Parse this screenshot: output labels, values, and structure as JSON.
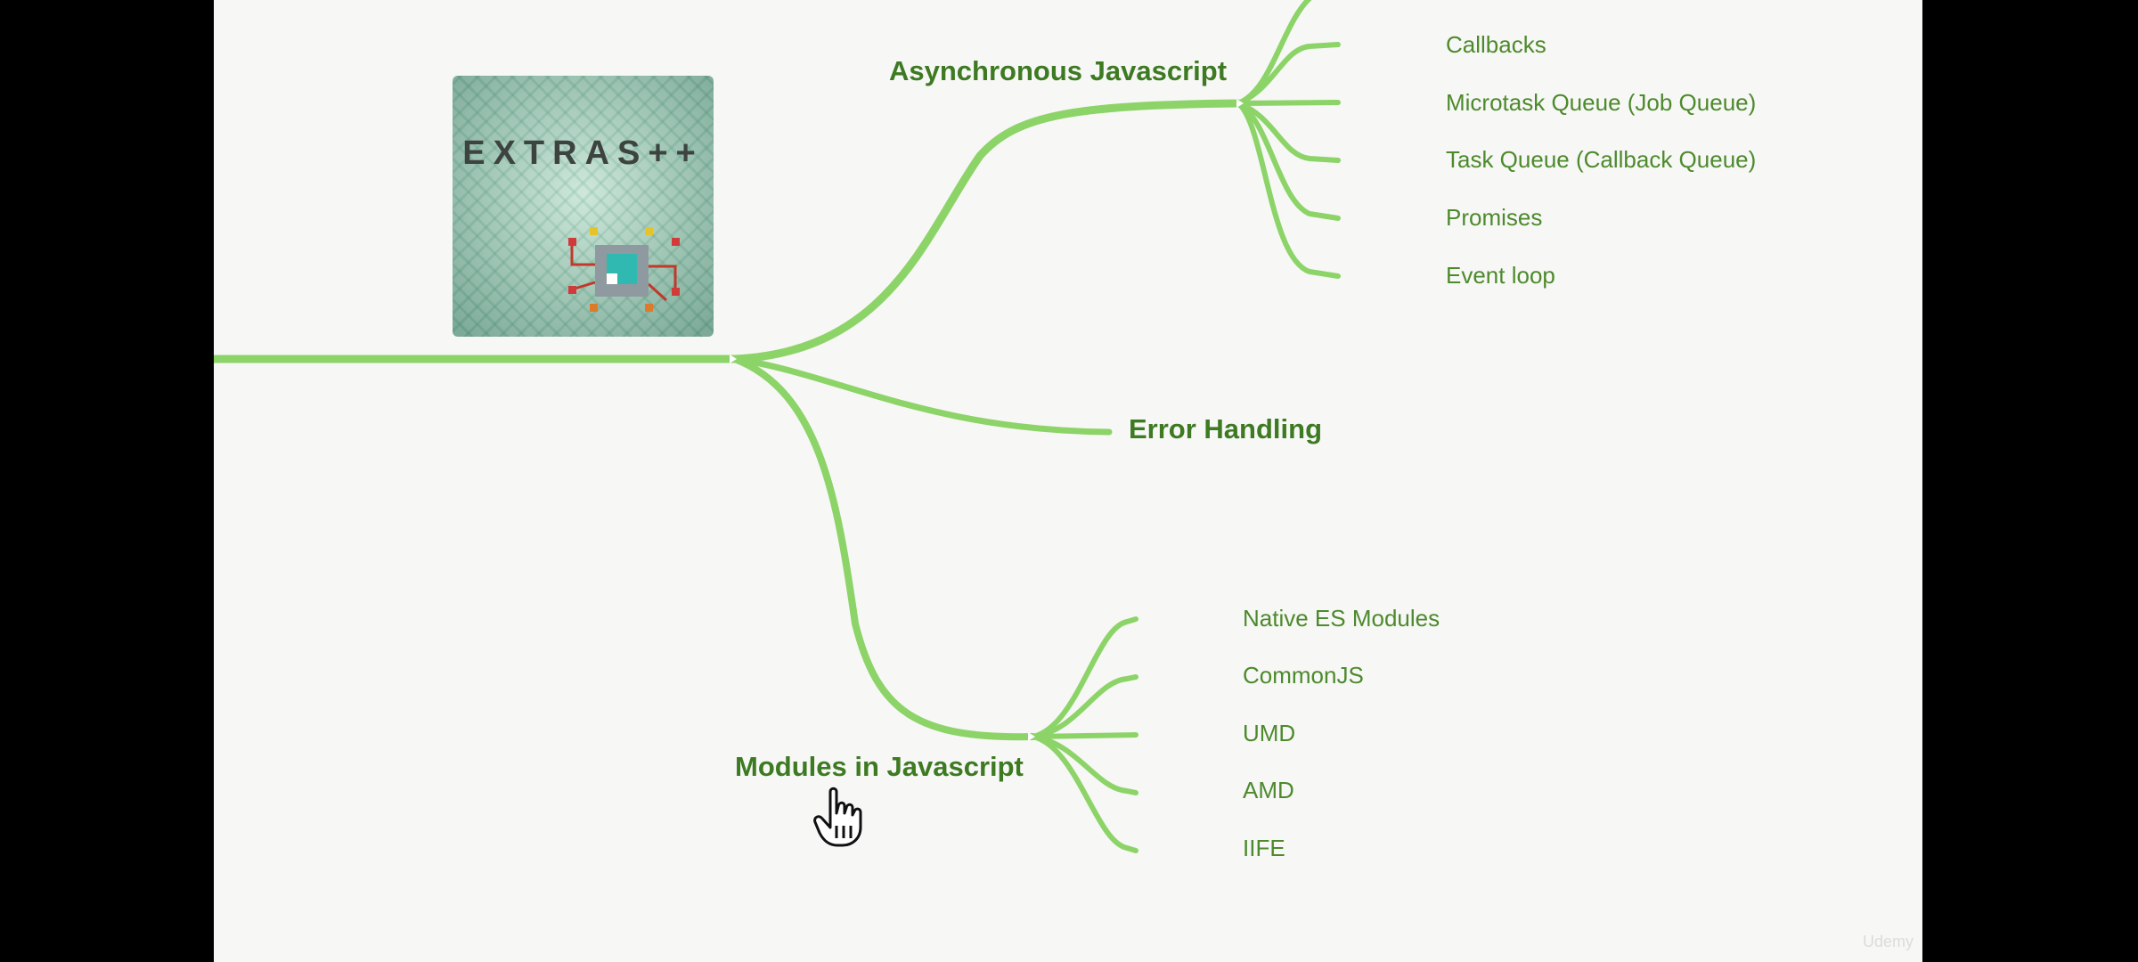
{
  "logo": {
    "text": "EXTRAS++"
  },
  "mindmap": {
    "async": {
      "title": "Asynchronous Javascript",
      "items": [
        "Callbacks",
        "Microtask Queue (Job Queue)",
        "Task Queue (Callback Queue)",
        "Promises",
        "Event loop"
      ]
    },
    "error": {
      "title": "Error Handling"
    },
    "modules": {
      "title": "Modules in Javascript",
      "items": [
        "Native ES Modules",
        "CommonJS",
        "UMD",
        "AMD",
        "IIFE"
      ]
    }
  },
  "colors": {
    "branch": "#8cd468",
    "label": "#4d8a2c",
    "title": "#3d7a22"
  },
  "watermark": "Udemy"
}
